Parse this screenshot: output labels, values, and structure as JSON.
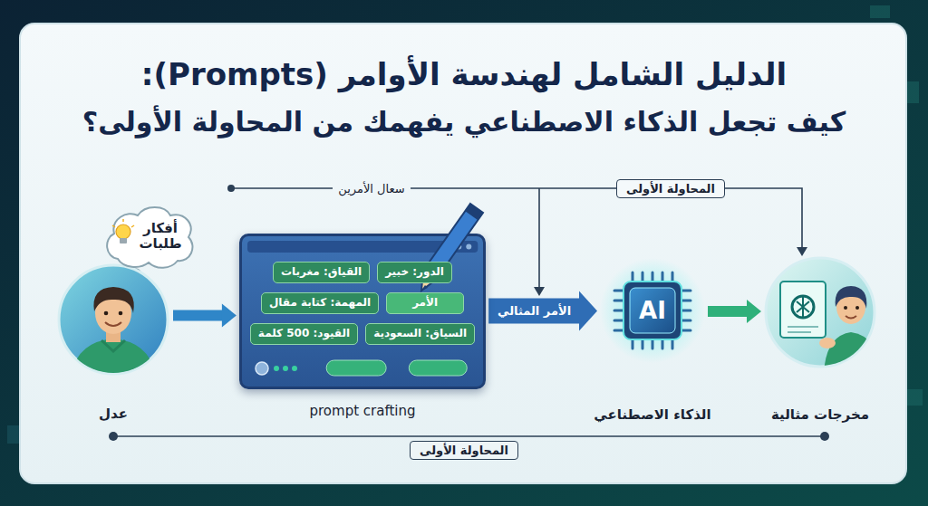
{
  "diagram": {
    "title": "الدليل الشامل لهندسة الأوامر (Prompts):",
    "nodes": [
      {
        "text": [
          "عدل"
        ]
      },
      {
        "text": [
          "أفكار طلبات"
        ]
      },
      {
        "text": [
          "prompt crafting"
        ]
      },
      {
        "text": [
          "الدور: خبير"
        ],
        "in": 2
      },
      {
        "text": [
          "القياق: مغربات"
        ],
        "in": 2
      },
      {
        "text": [
          "الأمر"
        ],
        "in": 2
      },
      {
        "text": [
          "المهمة: كتابة مقال"
        ],
        "in": 2
      },
      {
        "text": [
          "السياق: السعودية"
        ],
        "in": 2
      },
      {
        "text": [
          "القيود: 500 كلمة"
        ],
        "in": 2
      },
      {
        "text": [
          "AI",
          "الذكاء الاصطناعي"
        ]
      },
      {
        "text": [
          "مخرجات مثالية"
        ]
      }
    ],
    "edges": [
      {
        "from": 0,
        "to": 2,
        "arrow": "to"
      },
      {
        "from": 2,
        "to": 9,
        "label": "الأمر المثالي",
        "arrow": "to"
      },
      {
        "from": 9,
        "to": 10,
        "arrow": "to"
      }
    ],
    "labels": [
      "كيف تجعل الذكاء الاصطناعي يفهمك من المحاولة الأولى؟",
      "سعال الأمرين",
      "المحاولة الأولى",
      "المحاولة الأولى"
    ]
  }
}
